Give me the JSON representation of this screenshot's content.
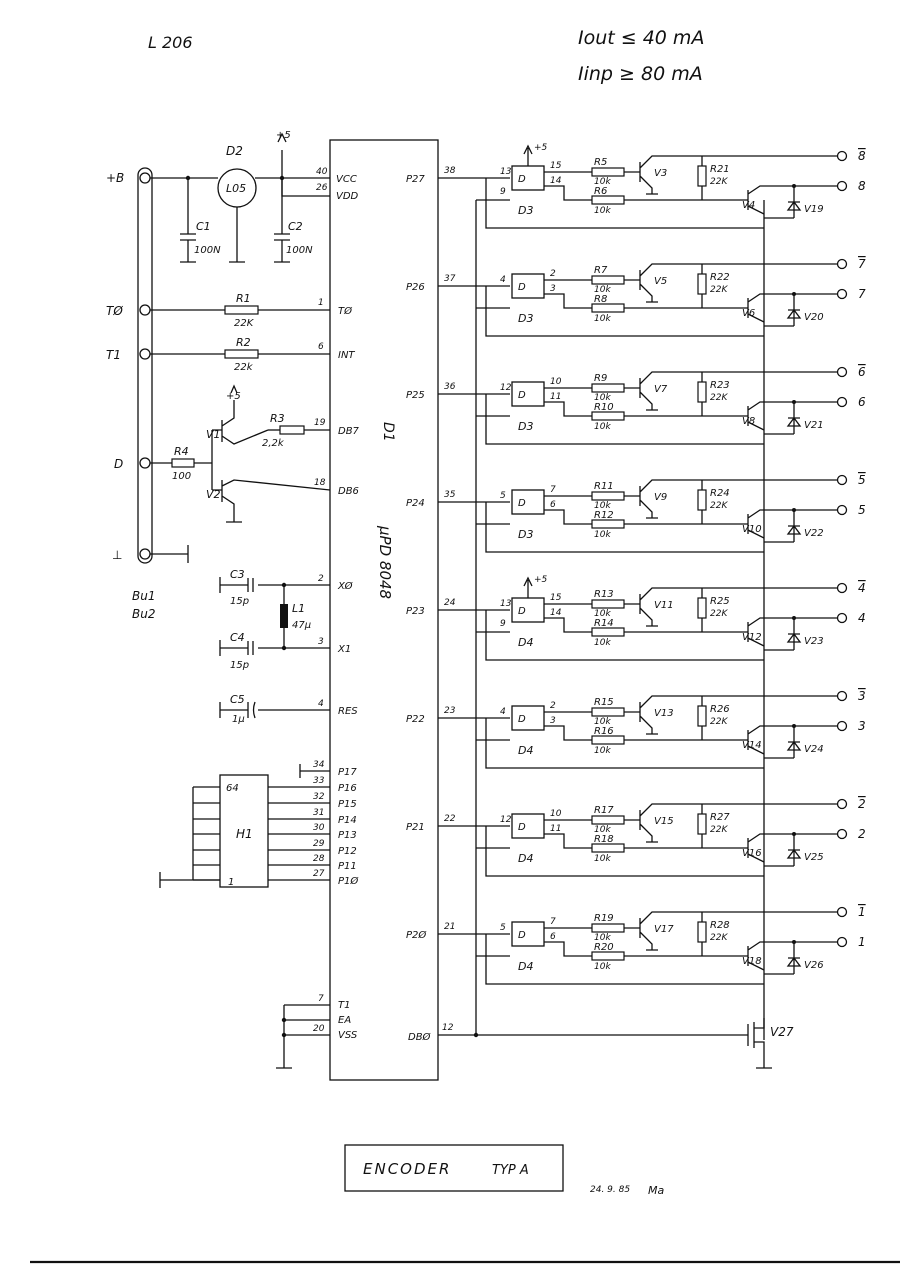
{
  "header": {
    "sheet_id": "L 206",
    "current_out": "Iout ≤ 40 mA",
    "current_inp": "Iinp ≥ 80 mA"
  },
  "ic": {
    "name": "D1",
    "type": "μPD 8048",
    "left_pins": [
      {
        "num": "40",
        "label": "VCC"
      },
      {
        "num": "26",
        "label": "VDD"
      },
      {
        "num": "1",
        "label": "TØ"
      },
      {
        "num": "6",
        "label": "INT"
      },
      {
        "num": "19",
        "label": "DB7"
      },
      {
        "num": "18",
        "label": "DB6"
      },
      {
        "num": "2",
        "label": "XØ"
      },
      {
        "num": "3",
        "label": "X1"
      },
      {
        "num": "4",
        "label": "RES"
      },
      {
        "num": "34",
        "label": "P17"
      },
      {
        "num": "33",
        "label": "P16"
      },
      {
        "num": "32",
        "label": "P15"
      },
      {
        "num": "31",
        "label": "P14"
      },
      {
        "num": "30",
        "label": "P13"
      },
      {
        "num": "29",
        "label": "P12"
      },
      {
        "num": "28",
        "label": "P11"
      },
      {
        "num": "27",
        "label": "P1Ø"
      },
      {
        "num": "7",
        "label": "T1"
      },
      {
        "num": "",
        "label": "EA"
      },
      {
        "num": "20",
        "label": "VSS"
      }
    ],
    "right_pins": [
      {
        "num": "38",
        "label": "P27"
      },
      {
        "num": "37",
        "label": "P26"
      },
      {
        "num": "36",
        "label": "P25"
      },
      {
        "num": "35",
        "label": "P24"
      },
      {
        "num": "24",
        "label": "P23"
      },
      {
        "num": "23",
        "label": "P22"
      },
      {
        "num": "22",
        "label": "P21"
      },
      {
        "num": "21",
        "label": "P2Ø"
      },
      {
        "num": "12",
        "label": "DBØ"
      }
    ]
  },
  "connector": {
    "terminals": [
      "+B",
      "TØ",
      "T1",
      "D",
      "⊥"
    ],
    "labels": [
      "Bu1",
      "Bu2"
    ]
  },
  "left_parts": {
    "d2": {
      "name": "D2",
      "type": "L05"
    },
    "c1": {
      "name": "C1",
      "value": "100N"
    },
    "c2": {
      "name": "C2",
      "value": "100N"
    },
    "plus5": "+5",
    "r1": {
      "name": "R1",
      "value": "22K"
    },
    "r2": {
      "name": "R2",
      "value": "22k"
    },
    "r3": {
      "name": "R3",
      "value": "2,2k"
    },
    "r4": {
      "name": "R4",
      "value": "100"
    },
    "v1": "V1",
    "v2": "V2",
    "c3": {
      "name": "C3",
      "value": "15p"
    },
    "c4": {
      "name": "C4",
      "value": "15p"
    },
    "l1": {
      "name": "L1",
      "value": "47μ"
    },
    "c5": {
      "name": "C5",
      "value": "1μ"
    },
    "h1": {
      "name": "H1",
      "pin_top": "64",
      "pin_bottom": "1"
    }
  },
  "channels": [
    {
      "port": "P27",
      "pin": "38",
      "gate": "D3",
      "in_pins": [
        "13",
        "9"
      ],
      "out_pins": [
        "15",
        "14"
      ],
      "ra": "R5",
      "rb": "R6",
      "rval": "10k",
      "vin": "V3",
      "rpull": "R21",
      "rpull_val": "22K",
      "vout": "V4",
      "diode": "V19",
      "out_bar": "8",
      "out": "8",
      "supply": true
    },
    {
      "port": "P26",
      "pin": "37",
      "gate": "D3",
      "in_pins": [
        "4",
        ""
      ],
      "out_pins": [
        "2",
        "3"
      ],
      "ra": "R7",
      "rb": "R8",
      "rval": "10k",
      "vin": "V5",
      "rpull": "R22",
      "rpull_val": "22K",
      "vout": "V6",
      "diode": "V20",
      "out_bar": "7",
      "out": "7",
      "supply": false
    },
    {
      "port": "P25",
      "pin": "36",
      "gate": "D3",
      "in_pins": [
        "12",
        ""
      ],
      "out_pins": [
        "10",
        "11"
      ],
      "ra": "R9",
      "rb": "R10",
      "rval": "10k",
      "vin": "V7",
      "rpull": "R23",
      "rpull_val": "22K",
      "vout": "V8",
      "diode": "V21",
      "out_bar": "6",
      "out": "6",
      "supply": false
    },
    {
      "port": "P24",
      "pin": "35",
      "gate": "D3",
      "in_pins": [
        "5",
        ""
      ],
      "out_pins": [
        "7",
        "6"
      ],
      "ra": "R11",
      "rb": "R12",
      "rval": "10k",
      "vin": "V9",
      "rpull": "R24",
      "rpull_val": "22K",
      "vout": "V10",
      "diode": "V22",
      "out_bar": "5",
      "out": "5",
      "supply": false
    },
    {
      "port": "P23",
      "pin": "24",
      "gate": "D4",
      "in_pins": [
        "13",
        "9"
      ],
      "out_pins": [
        "15",
        "14"
      ],
      "ra": "R13",
      "rb": "R14",
      "rval": "10k",
      "vin": "V11",
      "rpull": "R25",
      "rpull_val": "22K",
      "vout": "V12",
      "diode": "V23",
      "out_bar": "4",
      "out": "4",
      "supply": true
    },
    {
      "port": "P22",
      "pin": "23",
      "gate": "D4",
      "in_pins": [
        "4",
        ""
      ],
      "out_pins": [
        "2",
        "3"
      ],
      "ra": "R15",
      "rb": "R16",
      "rval": "10k",
      "vin": "V13",
      "rpull": "R26",
      "rpull_val": "22K",
      "vout": "V14",
      "diode": "V24",
      "out_bar": "3",
      "out": "3",
      "supply": false
    },
    {
      "port": "P21",
      "pin": "22",
      "gate": "D4",
      "in_pins": [
        "12",
        ""
      ],
      "out_pins": [
        "10",
        "11"
      ],
      "ra": "R17",
      "rb": "R18",
      "rval": "10k",
      "vin": "V15",
      "rpull": "R27",
      "rpull_val": "22K",
      "vout": "V16",
      "diode": "V25",
      "out_bar": "2",
      "out": "2",
      "supply": false
    },
    {
      "port": "P2Ø",
      "pin": "21",
      "gate": "D4",
      "in_pins": [
        "5",
        ""
      ],
      "out_pins": [
        "7",
        "6"
      ],
      "ra": "R19",
      "rb": "R20",
      "rval": "10k",
      "vin": "V17",
      "rpull": "R28",
      "rpull_val": "22K",
      "vout": "V18",
      "diode": "V26",
      "out_bar": "1",
      "out": "1",
      "supply": false
    }
  ],
  "v27": "V27",
  "footer": {
    "title": "ENCODER",
    "type": "TYP A",
    "date": "24. 9. 85",
    "initials": "Ma"
  }
}
